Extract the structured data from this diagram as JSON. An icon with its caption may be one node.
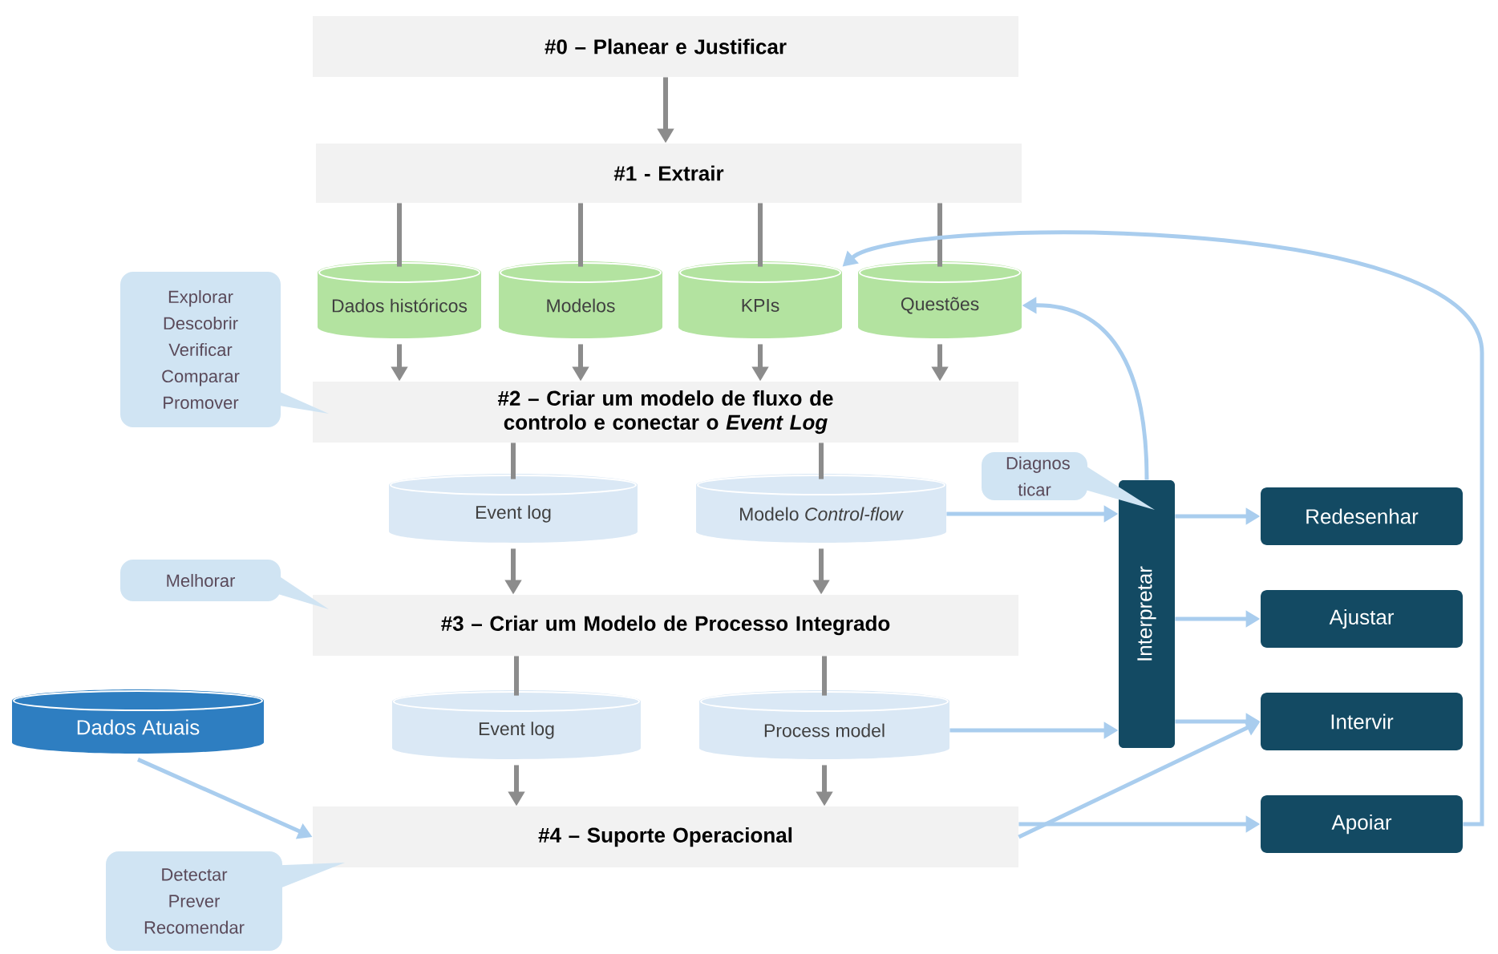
{
  "diagram": {
    "nodes": [
      {
        "text": [
          "#0 – Planear e Justificar"
        ]
      },
      {
        "text": [
          "#1 - Extrair"
        ]
      },
      {
        "text": [
          "Dados históricos"
        ]
      },
      {
        "text": [
          "Modelos"
        ]
      },
      {
        "text": [
          "KPIs"
        ]
      },
      {
        "text": [
          "Questões"
        ]
      },
      {
        "text": [
          "#2 – Criar um modelo de fluxo de controlo e conectar o *Event Log*"
        ]
      },
      {
        "text": [
          "Event log"
        ]
      },
      {
        "text": [
          "Modelo *Control-flow*"
        ]
      },
      {
        "text": [
          "#3 – Criar um Modelo de Processo Integrado"
        ]
      },
      {
        "text": [
          "Event log"
        ]
      },
      {
        "text": [
          "Process model"
        ]
      },
      {
        "text": [
          "Dados Atuais"
        ]
      },
      {
        "text": [
          "#4 – Suporte Operacional"
        ]
      },
      {
        "text": [
          "Interpretar"
        ]
      },
      {
        "text": [
          "Redesenhar"
        ]
      },
      {
        "text": [
          "Ajustar"
        ]
      },
      {
        "text": [
          "Intervir"
        ]
      },
      {
        "text": [
          "Apoiar"
        ]
      },
      {
        "text": [
          "Explorar Descobrir Verificar Comparar Promover"
        ]
      },
      {
        "text": [
          "Melhorar"
        ]
      },
      {
        "text": [
          "Detectar Prever Recomendar"
        ]
      },
      {
        "text": [
          "Diagnos ticar"
        ]
      }
    ],
    "edges": [
      {
        "from": 0,
        "to": 1,
        "arrow": "to"
      },
      {
        "from": 1,
        "to": 2,
        "arrow": "none"
      },
      {
        "from": 1,
        "to": 3,
        "arrow": "none"
      },
      {
        "from": 1,
        "to": 4,
        "arrow": "none"
      },
      {
        "from": 1,
        "to": 5,
        "arrow": "none"
      },
      {
        "from": 2,
        "to": 6,
        "arrow": "to"
      },
      {
        "from": 3,
        "to": 6,
        "arrow": "to"
      },
      {
        "from": 4,
        "to": 6,
        "arrow": "to"
      },
      {
        "from": 5,
        "to": 6,
        "arrow": "to"
      },
      {
        "from": 6,
        "to": 7,
        "arrow": "none"
      },
      {
        "from": 6,
        "to": 8,
        "arrow": "none"
      },
      {
        "from": 7,
        "to": 9,
        "arrow": "to"
      },
      {
        "from": 8,
        "to": 9,
        "arrow": "to"
      },
      {
        "from": 9,
        "to": 10,
        "arrow": "none"
      },
      {
        "from": 9,
        "to": 11,
        "arrow": "none"
      },
      {
        "from": 10,
        "to": 13,
        "arrow": "to"
      },
      {
        "from": 11,
        "to": 13,
        "arrow": "to"
      },
      {
        "from": 12,
        "to": 13,
        "arrow": "to",
        "color": "#a9cdee"
      },
      {
        "from": 8,
        "to": 14,
        "arrow": "to",
        "color": "#a9cdee"
      },
      {
        "from": 11,
        "to": 14,
        "arrow": "to",
        "color": "#a9cdee"
      },
      {
        "from": 14,
        "to": 15,
        "arrow": "to",
        "color": "#a9cdee"
      },
      {
        "from": 14,
        "to": 16,
        "arrow": "to",
        "color": "#a9cdee"
      },
      {
        "from": 14,
        "to": 17,
        "arrow": "to",
        "color": "#a9cdee"
      },
      {
        "from": 13,
        "to": 17,
        "arrow": "to",
        "color": "#a9cdee"
      },
      {
        "from": 13,
        "to": 18,
        "arrow": "to",
        "color": "#a9cdee"
      },
      {
        "from": 14,
        "to": 5,
        "arrow": "to",
        "color": "#a9cdee"
      },
      {
        "from": 18,
        "to": 4,
        "arrow": "to",
        "color": "#a9cdee"
      }
    ]
  }
}
